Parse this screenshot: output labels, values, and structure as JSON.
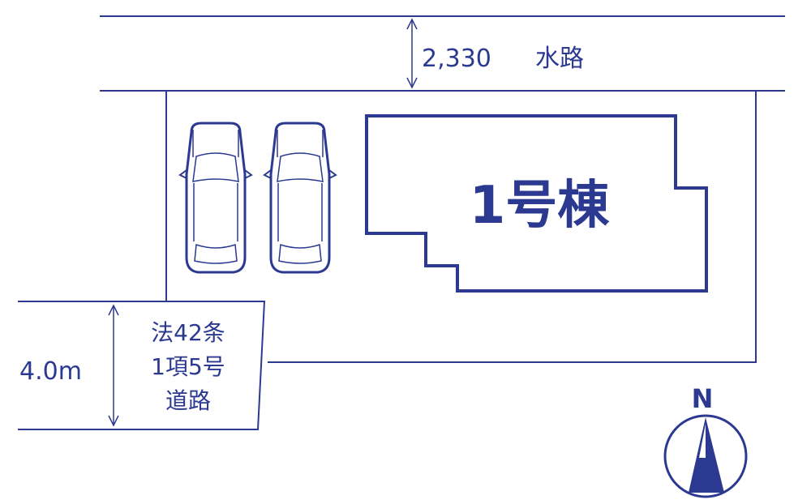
{
  "waterway": {
    "width": "2,330",
    "label": "水路"
  },
  "building": {
    "label": "1号棟"
  },
  "road": {
    "width": "4.0m",
    "label_lines": [
      "法42条",
      "1項5号",
      "道路"
    ]
  },
  "compass": {
    "label": "N"
  },
  "colors": {
    "ink": "#2b3990",
    "background": "#ffffff"
  }
}
